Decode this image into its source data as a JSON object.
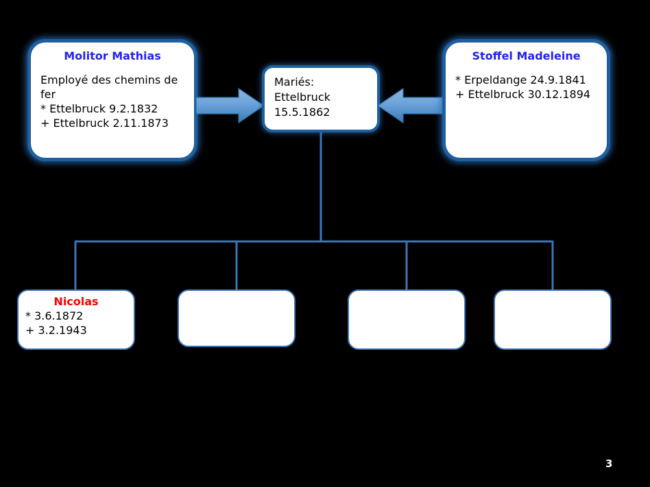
{
  "slide": {
    "background_color": "#000000",
    "page_number": "3"
  },
  "colors": {
    "box_fill": "#ffffff",
    "box_border_thick": "#1f5fa0",
    "box_border_thin": "#3b76b8",
    "connector_line": "#3b76b8",
    "arrow_fill": "#5b9bd5",
    "title_blue": "#2222ee",
    "title_red": "#ff0000",
    "body_text": "#000000",
    "page_number_text": "#ffffff"
  },
  "father": {
    "name": "Molitor Mathias",
    "details": "Employé des chemins de fer\n* Ettelbruck 9.2.1832\n+ Ettelbruck 2.11.1873"
  },
  "mother": {
    "name": "Stoffel Madeleine",
    "details": "* Erpeldange 24.9.1841\n+ Ettelbruck 30.12.1894"
  },
  "union": {
    "text": "Mariés:\nEttelbruck\n15.5.1862"
  },
  "children": [
    {
      "name": "Nicolas",
      "details": "* 3.6.1872\n+ 3.2.1943",
      "empty": false
    },
    {
      "name": "",
      "details": "",
      "empty": true
    },
    {
      "name": "",
      "details": "",
      "empty": true
    },
    {
      "name": "",
      "details": "",
      "empty": true
    }
  ],
  "arrows": {
    "father_to_union": "arrow-right",
    "mother_to_union": "arrow-left"
  }
}
